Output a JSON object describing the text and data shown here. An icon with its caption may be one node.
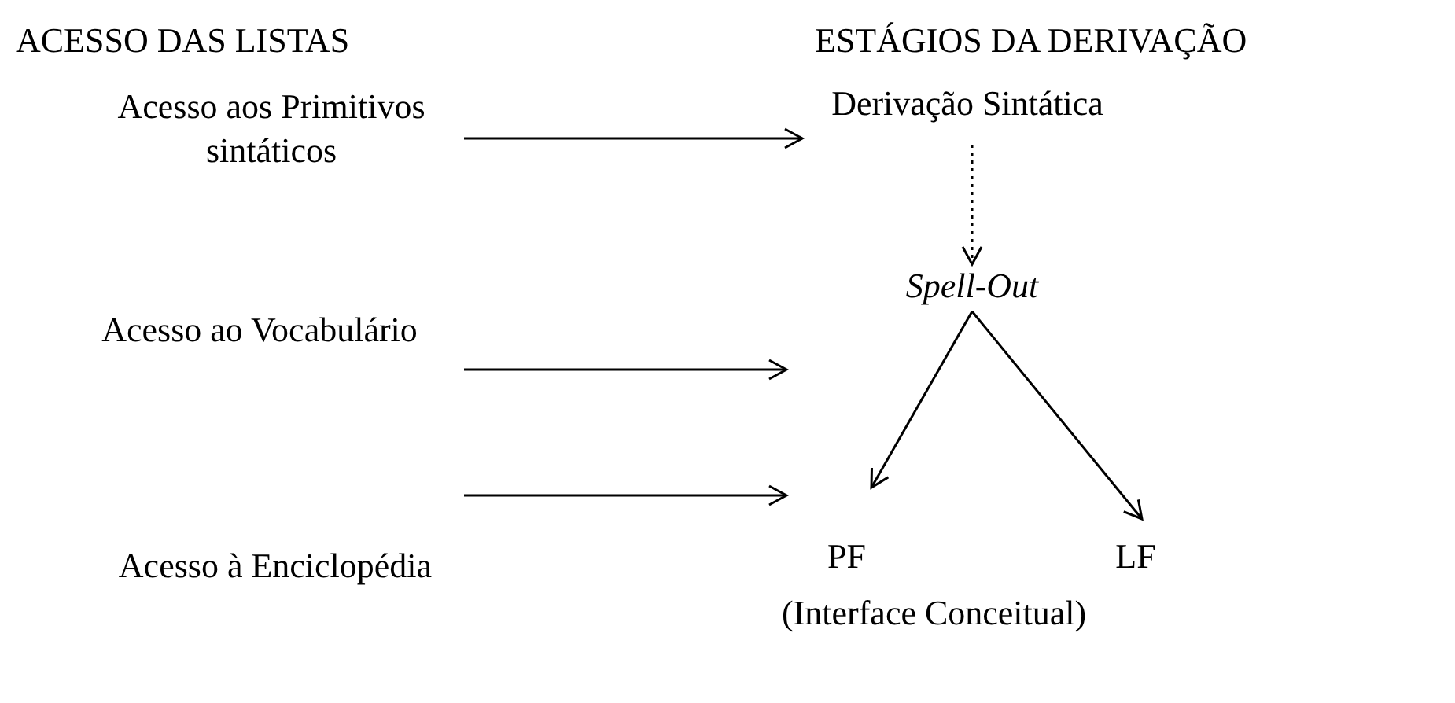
{
  "diagram": {
    "nodes": [
      {
        "text": [
          "Acesso aos Primitivos sintáticos"
        ]
      },
      {
        "text": [
          "Derivação Sintática"
        ]
      },
      {
        "text": [
          "Acesso ao Vocabulário"
        ]
      },
      {
        "text": [
          "Spell-Out"
        ]
      },
      {
        "text": [
          "PF"
        ]
      },
      {
        "text": [
          "LF"
        ]
      },
      {
        "text": [
          "Acesso à Enciclopédia"
        ]
      }
    ],
    "edges": [
      {
        "from": 0,
        "to": 1,
        "arrow": "to"
      },
      {
        "from": 1,
        "to": 3,
        "arrow": "to",
        "style": "dashed"
      },
      {
        "from": 2,
        "to": null,
        "arrow": "to"
      },
      {
        "from": 3,
        "to": 4,
        "arrow": "to"
      },
      {
        "from": 3,
        "to": 5,
        "arrow": "to"
      },
      {
        "from": 6,
        "to": 4,
        "arrow": "to"
      }
    ],
    "labels": [
      "ACESSO DAS LISTAS",
      "ESTÁGIOS DA DERIVAÇÃO",
      "(Interface Conceitual)"
    ]
  }
}
